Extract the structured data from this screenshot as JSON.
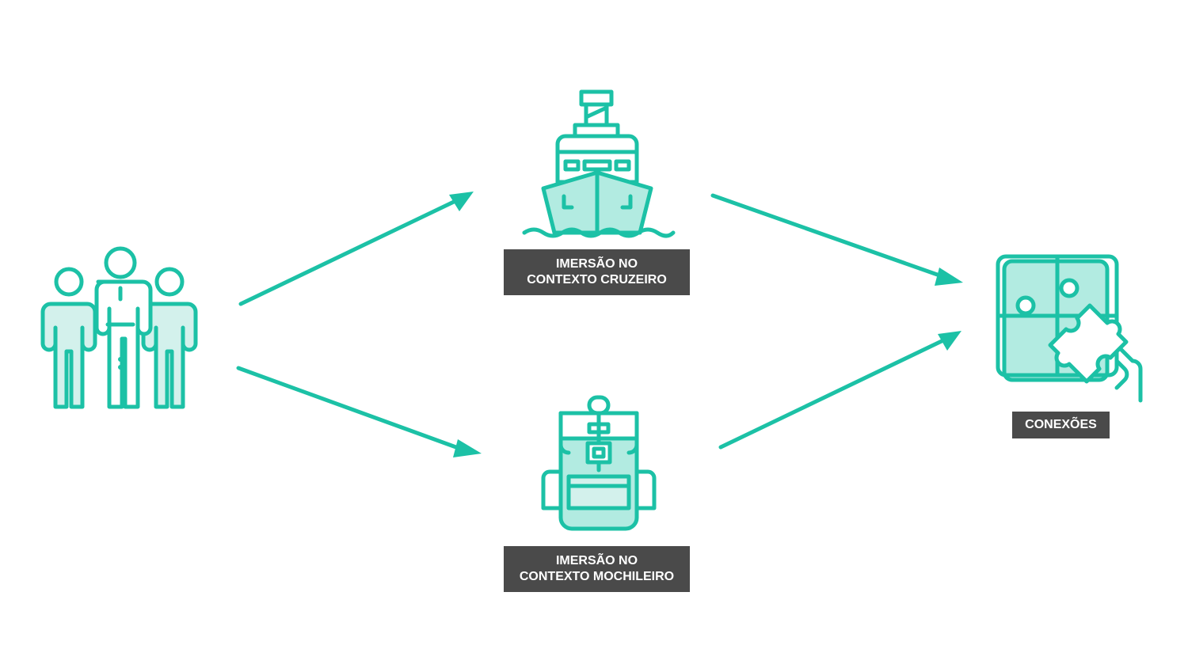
{
  "colors": {
    "accent": "#1cc1a6",
    "accent_fill": "#b2ebe1",
    "label_bg": "#4a4a4a",
    "label_text": "#ffffff"
  },
  "nodes": {
    "people": {
      "icon": "people-group-icon"
    },
    "cruise": {
      "icon": "ship-icon",
      "label_line1": "IMERSÃO NO",
      "label_line2": "CONTEXTO CRUZEIRO"
    },
    "backpacker": {
      "icon": "backpack-icon",
      "label_line1": "IMERSÃO NO",
      "label_line2": "CONTEXTO MOCHILEIRO"
    },
    "connections": {
      "icon": "puzzle-icon",
      "label": "CONEXÕES"
    }
  }
}
